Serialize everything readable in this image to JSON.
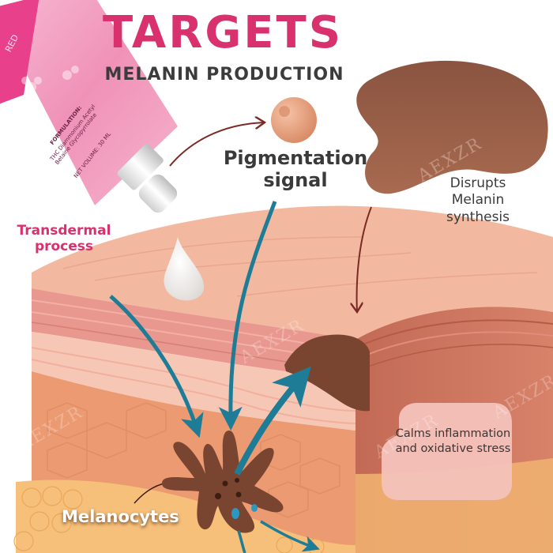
{
  "header": {
    "title": "TARGETS",
    "subtitle": "MELANIN PRODUCTION"
  },
  "labels": {
    "pigmentation_signal": "Pigmentation signal",
    "disrupts_melanin": "Disrupts Melanin synthesis",
    "transdermal": "Transdermal process",
    "calms": "Calms inflammation and oxidative stress",
    "melanocytes": "Melanocytes"
  },
  "product": {
    "label_partial": "RED",
    "formulation_heading": "FORMULATION:",
    "formulation_text": "THC Diammonium Acetyl Betaine Glycopyrrolate",
    "net_volume": "NET VOLUME: 30 ML"
  },
  "watermark": "AEXZR",
  "colors": {
    "title_pink": "#d9306e",
    "text_dark": "#3a3a3a",
    "arrow_teal": "#1f7c96",
    "arrow_maroon": "#7a2a24",
    "melanin_brown": "#7a4530",
    "skin_top": "#f3b9a0",
    "skin_layer_pink": "#e9988f",
    "skin_dermis": "#ec9a72",
    "fat_layer": "#f6c07a",
    "tube_pink": "#f4a6c6",
    "callout_bg": "#f4c2bb"
  }
}
